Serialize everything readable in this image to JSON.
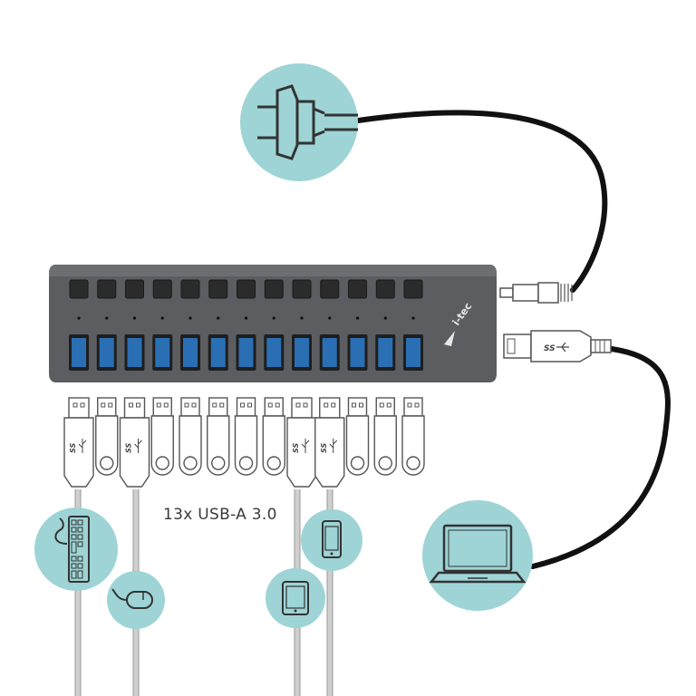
{
  "product": {
    "brand": "i-tec",
    "port_count": 13,
    "caption": "13x USB-A 3.0",
    "usb_badge": "SS"
  },
  "colors": {
    "circle_fill": "#9ed4d6",
    "hub_body": "#5b5d60",
    "usb_port_blue": "#2a6fb3",
    "cable": "#111111"
  },
  "devices": {
    "power_icon": "power-plug-icon",
    "computer_icon": "laptop-icon",
    "keyboard_icon": "keyboard-icon",
    "mouse_icon": "mouse-icon",
    "tablet_icon": "tablet-icon",
    "phone_icon": "smartphone-icon"
  }
}
